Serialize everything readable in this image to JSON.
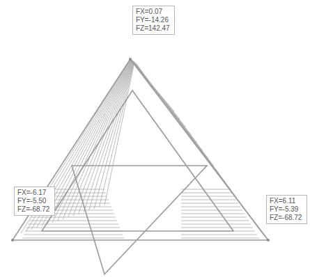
{
  "diagram": {
    "nodes": [
      {
        "text": [
          "FX=0.07",
          "FY=-14.26",
          "FZ=142.47"
        ]
      },
      {
        "text": [
          "FX=-6.17",
          "FY=-5.50",
          "FZ=-68.72"
        ]
      },
      {
        "text": [
          "FX=6.11",
          "FY=-5.39",
          "FZ=-68.72"
        ]
      }
    ]
  }
}
